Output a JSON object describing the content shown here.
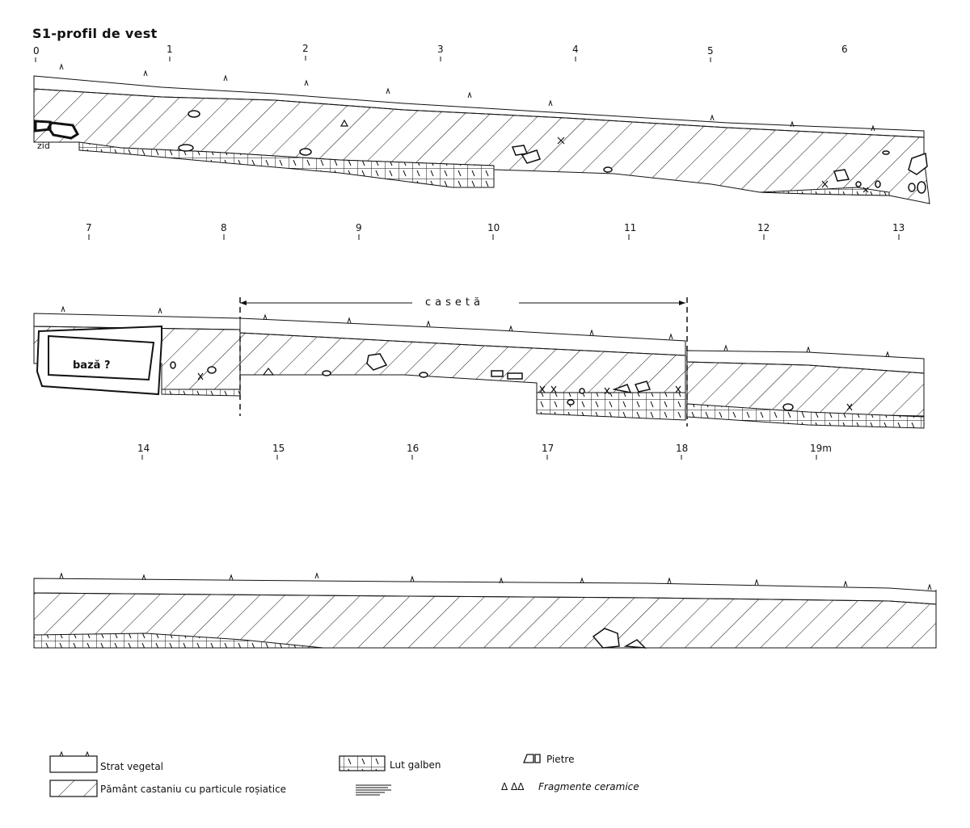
{
  "title": "S1-profil de vest",
  "row1": {
    "ticks": [
      "0",
      "1",
      "2",
      "3",
      "4",
      "5",
      "6"
    ],
    "ticks_bottom": [
      "7",
      "8",
      "9",
      "10",
      "11",
      "12",
      "13"
    ],
    "wall_label": "zid"
  },
  "row2": {
    "box_label": "casetă",
    "base_label": "bază ?",
    "ticks_bottom": [
      "14",
      "15",
      "16",
      "17",
      "18",
      "19m"
    ]
  },
  "legend": {
    "vegetal": "Strat vegetal",
    "lut": "Lut galben",
    "pietre": "Pietre",
    "pamant": "Pământ castaniu cu particule roșiatice",
    "ceramic": "Fragmente ceramice",
    "ceramic_symbol": "Δ ΔΔ"
  },
  "colors": {
    "ink": "#111111",
    "paper": "#ffffff"
  }
}
